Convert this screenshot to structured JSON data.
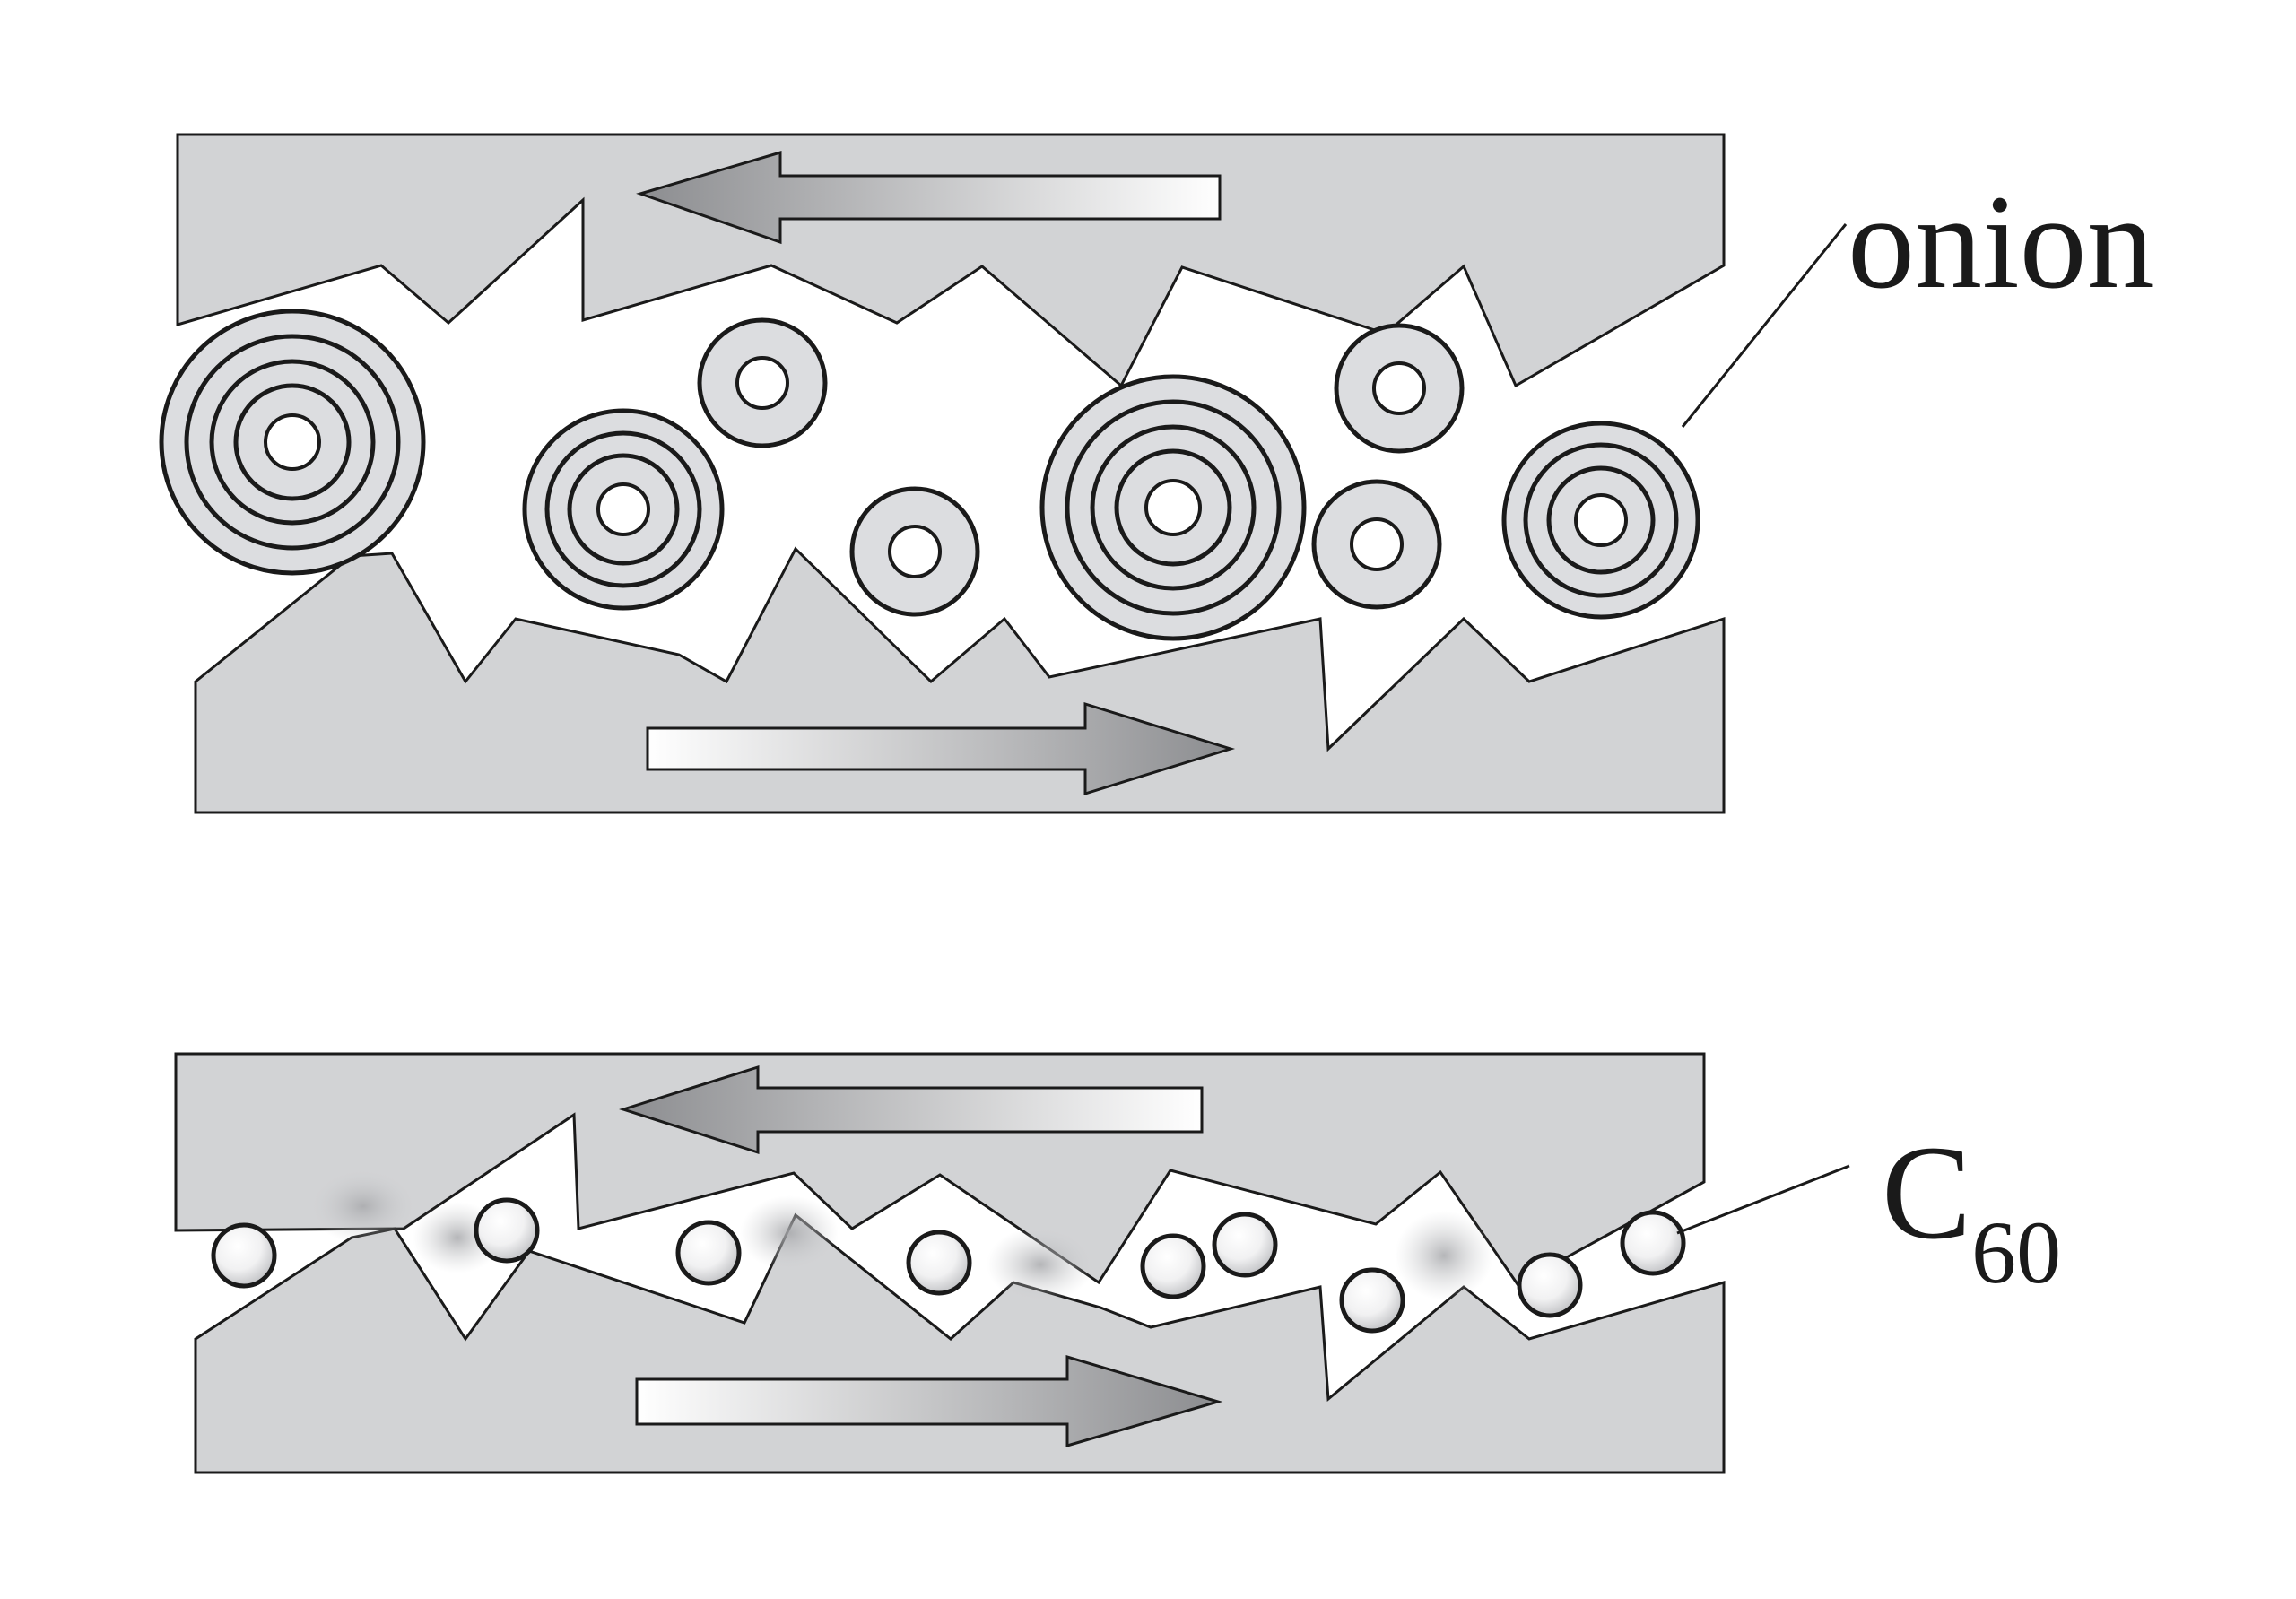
{
  "labels": {
    "onion": "onion",
    "c60_base": "C",
    "c60_sub": "60"
  },
  "colors": {
    "block_fill": "#d2d3d5",
    "stroke": "#1a1a1a",
    "particle_fill": "#dcdde0"
  }
}
